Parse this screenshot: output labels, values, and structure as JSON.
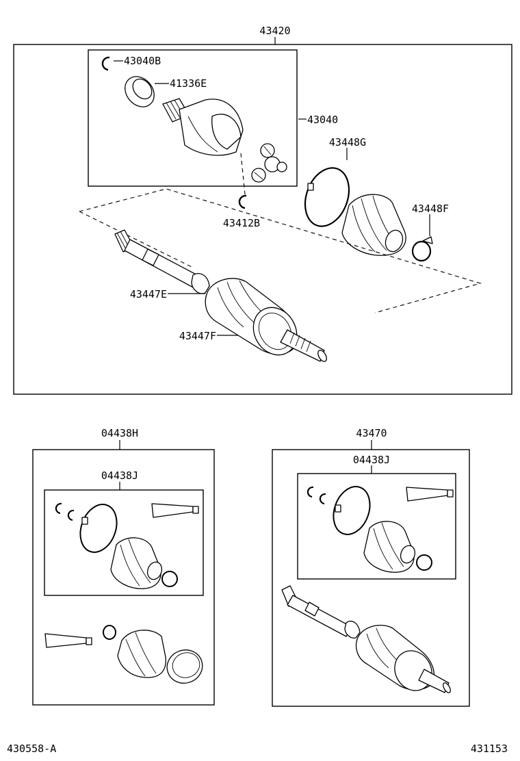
{
  "labels": {
    "assy_top": "43420",
    "snap_ring_small": "43040B",
    "seal_ring": "41336E",
    "inboard_joint": "43040",
    "boot_clamp_large_in": "43448G",
    "boot_clamp_small_in": "43448F",
    "snap_ring_shaft": "43412B",
    "boot_clamp_small_out": "43447E",
    "boot_clamp_large_out": "43447F",
    "kit_left": "04438H",
    "kit_left_inner": "04438J",
    "assy_right": "43470",
    "kit_right_inner": "04438J",
    "footer_left": "430558-A",
    "footer_right": "431153"
  },
  "colors": {
    "line": "#000000",
    "background": "#ffffff"
  }
}
